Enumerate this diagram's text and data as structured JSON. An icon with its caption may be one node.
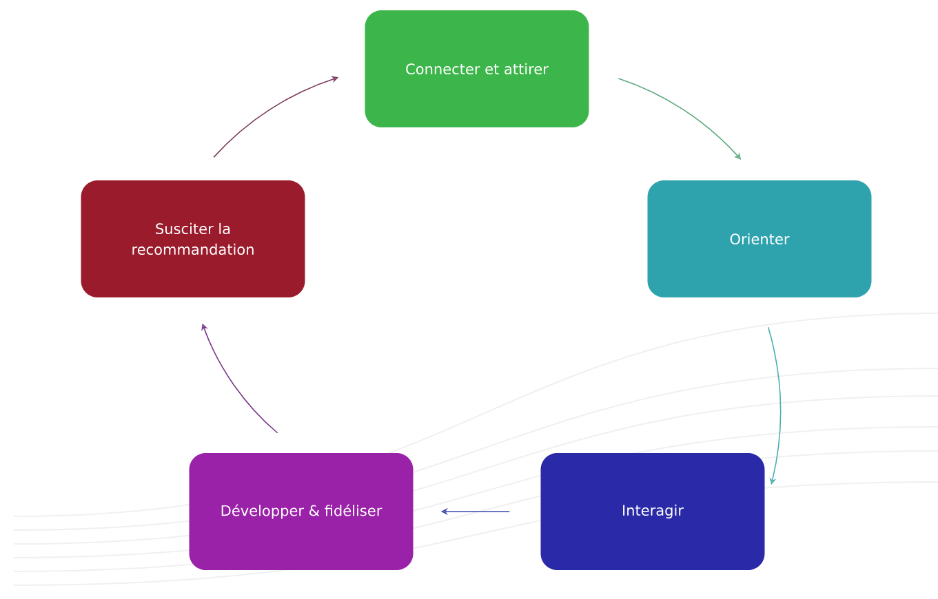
{
  "diagram": {
    "nodes": [
      {
        "text": [
          "Connecter et attirer"
        ]
      },
      {
        "text": [
          "Orienter"
        ]
      },
      {
        "text": [
          "Interagir"
        ]
      },
      {
        "text": [
          "Développer & fidéliser"
        ]
      },
      {
        "text": [
          "Susciter la recommandation"
        ]
      }
    ],
    "edges": [
      {
        "from": 0,
        "to": 1,
        "arrow": "to",
        "color": "#5aa87a"
      },
      {
        "from": 1,
        "to": 2,
        "arrow": "to",
        "color": "#4aaeb0"
      },
      {
        "from": 2,
        "to": 3,
        "arrow": "to",
        "color": "#3a4aa8"
      },
      {
        "from": 3,
        "to": 4,
        "arrow": "to",
        "color": "#7a3a8a"
      },
      {
        "from": 4,
        "to": 0,
        "arrow": "to",
        "color": "#7a3a5e"
      }
    ]
  }
}
